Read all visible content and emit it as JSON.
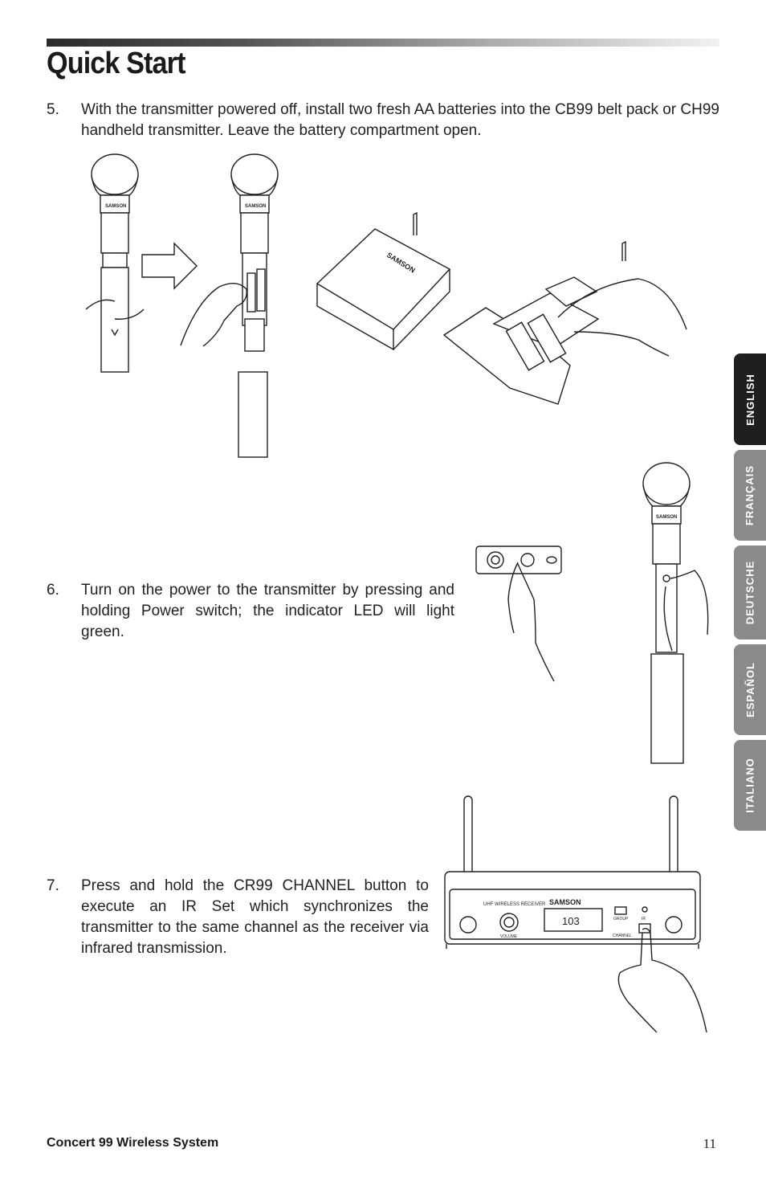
{
  "page": {
    "title": "Quick Start",
    "footer_title": "Concert 99 Wireless System",
    "page_number": "11"
  },
  "steps": [
    {
      "number": "5.",
      "text": "With the transmitter powered off, install two fresh AA batteries into the CB99 belt pack or CH99 handheld transmitter. Leave the battery compartment open."
    },
    {
      "number": "6.",
      "text": "Turn on the power to the transmitter by pressing and holding Power switch; the indicator LED will light green."
    },
    {
      "number": "7.",
      "text": "Press and hold the CR99 CHANNEL button to execute an IR Set which synchronizes the transmitter to the same channel as the receiver via infrared transmission."
    }
  ],
  "language_tabs": [
    {
      "label": "ENGLISH",
      "active": true
    },
    {
      "label": "FRANÇAIS",
      "active": false
    },
    {
      "label": "DEUTSCHE",
      "active": false
    },
    {
      "label": "ESPAÑOL",
      "active": false
    },
    {
      "label": "ITALIANO",
      "active": false
    }
  ],
  "illustration_text": {
    "brand": "SAMSON",
    "receiver_model": "UHF WIRELESS RECEIVER",
    "display_value": "103",
    "group_label": "GROUP",
    "channel_label": "CHANNEL",
    "ir_label": "IR",
    "volume_label": "VOLUME"
  },
  "colors": {
    "text": "#231f20",
    "tab_active": "#1f1f1f",
    "tab_inactive": "#8a8a8a"
  }
}
